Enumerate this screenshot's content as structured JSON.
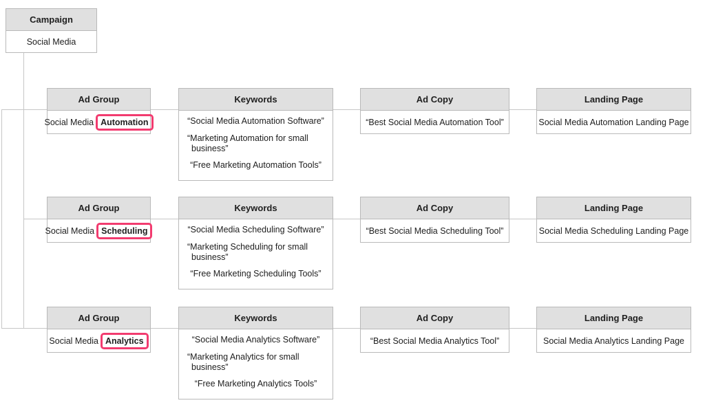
{
  "colors": {
    "header_bg": "#e0e0e0",
    "box_border": "#b9b9b9",
    "connector": "#c6c6c6",
    "highlight": "#f23b6f",
    "text": "#202020"
  },
  "campaign": {
    "header": "Campaign",
    "name": "Social Media"
  },
  "columns": {
    "ad_group": "Ad Group",
    "keywords": "Keywords",
    "ad_copy": "Ad Copy",
    "landing_page": "Landing Page"
  },
  "rows": [
    {
      "ad_group_prefix": "Social Media",
      "ad_group_highlight": "Automation",
      "keywords": [
        "“Social Media Automation Software”",
        "“Marketing Automation for small business”",
        "“Free Marketing Automation Tools”"
      ],
      "ad_copy": "“Best Social Media Automation Tool”",
      "landing_page": "Social Media Automation Landing Page"
    },
    {
      "ad_group_prefix": "Social Media",
      "ad_group_highlight": "Scheduling",
      "keywords": [
        "“Social Media Scheduling Software”",
        "“Marketing Scheduling for small business”",
        "“Free Marketing Scheduling Tools”"
      ],
      "ad_copy": "“Best Social Media Scheduling Tool”",
      "landing_page": "Social Media Scheduling Landing Page"
    },
    {
      "ad_group_prefix": "Social Media",
      "ad_group_highlight": "Analytics",
      "keywords": [
        "“Social Media Analytics Software”",
        "“Marketing Analytics for small business”",
        "“Free Marketing Analytics Tools”"
      ],
      "ad_copy": "“Best Social Media Analytics Tool”",
      "landing_page": "Social Media Analytics Landing Page"
    }
  ]
}
